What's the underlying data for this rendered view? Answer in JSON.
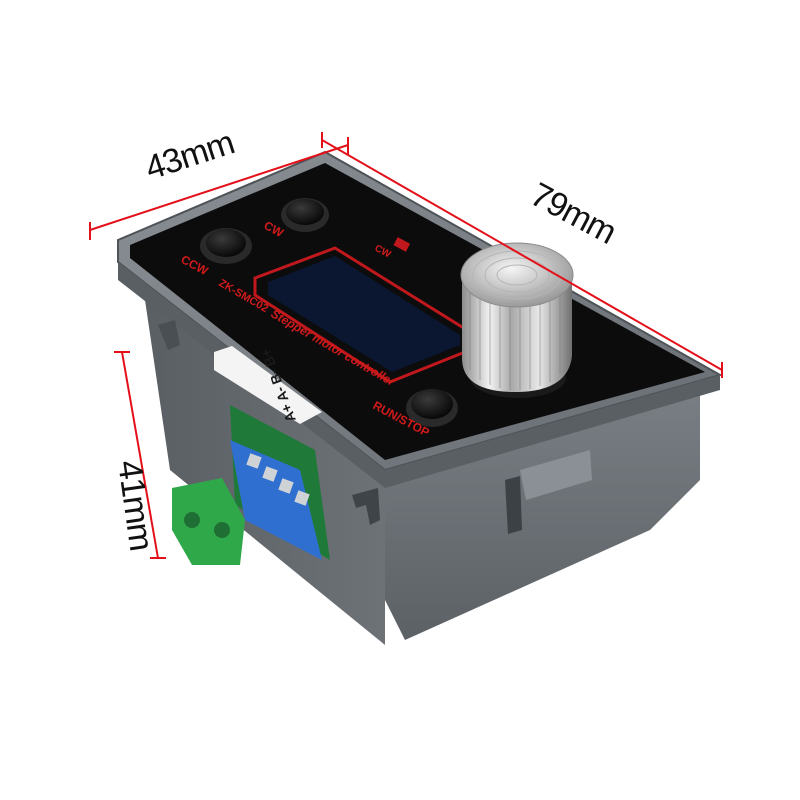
{
  "dimensions": {
    "width_label": "43mm",
    "length_label": "79mm",
    "height_label": "41mm",
    "line_color": "#e3101a"
  },
  "panel": {
    "ccw_label": "CCW",
    "cw_label": "CW",
    "cw_indicator_label": "CW",
    "model_label": "ZK-SMC02",
    "product_label": "Stepper motor controller",
    "run_stop_label": "RUN/STOP",
    "terminal_label": "A+ A- B- B+",
    "text_color": "#d11a1a"
  },
  "colors": {
    "housing": "#6e7479",
    "housing_dark": "#4e5358",
    "face": "#0c0c0d",
    "terminal_blue": "#2f6fd0",
    "terminal_green": "#2fa84a",
    "pcb": "#1f7a3a"
  }
}
